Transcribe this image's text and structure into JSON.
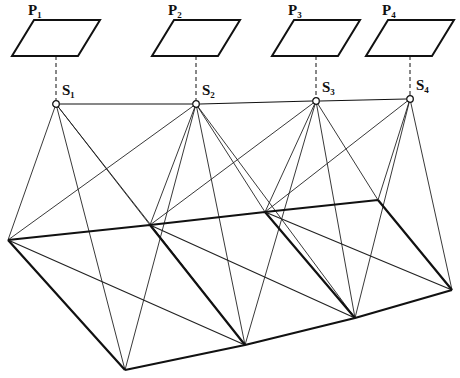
{
  "diagram": {
    "nodes": [
      {
        "text": [
          "P₁"
        ]
      },
      {
        "text": [
          "P₂"
        ]
      },
      {
        "text": [
          "P₃"
        ]
      },
      {
        "text": [
          "P₄"
        ]
      },
      {
        "text": [
          "S₁"
        ]
      },
      {
        "text": [
          "S₂"
        ]
      },
      {
        "text": [
          "S₃"
        ]
      },
      {
        "text": [
          "S₄"
        ]
      }
    ],
    "edges": [
      {
        "from": 0,
        "to": 4,
        "arrow": "none"
      },
      {
        "from": 1,
        "to": 5,
        "arrow": "none"
      },
      {
        "from": 2,
        "to": 6,
        "arrow": "none"
      },
      {
        "from": 3,
        "to": 7,
        "arrow": "none"
      },
      {
        "from": 4,
        "to": 5,
        "arrow": "none"
      },
      {
        "from": 5,
        "to": 6,
        "arrow": "none"
      },
      {
        "from": 6,
        "to": 7,
        "arrow": "none"
      }
    ]
  }
}
